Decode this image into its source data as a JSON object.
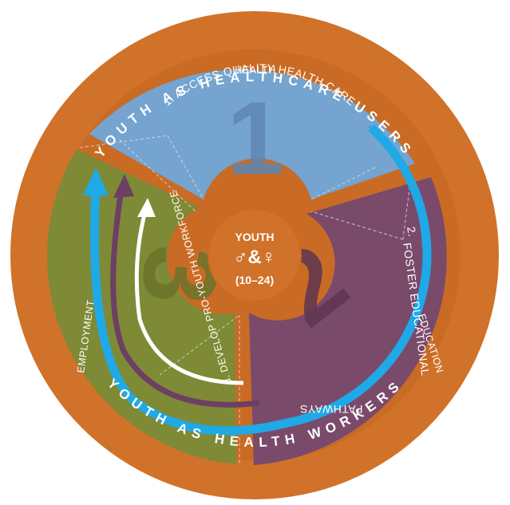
{
  "outer_ring": {
    "top_text": "YOUTH AS HEALTHCARE USERS",
    "bottom_text": "YOUTH AS HEALTH WORKERS"
  },
  "segments": [
    {
      "number": "1",
      "category": "HEALTH",
      "goal": "1. ACCESS QUALITY HEALTH CARE",
      "color": "#74a4cf"
    },
    {
      "number": "2",
      "category": "EDUCATION",
      "goal_prefix": "2.",
      "goal_line1": "FOSTER EDUCATIONAL",
      "goal_line2": "PATHWAYS",
      "color": "#7a4a6b"
    },
    {
      "number": "3",
      "category": "EMPLOYMENT",
      "goal": "3. DEVELOP PRO-YOUTH WORKFORCE",
      "color": "#7e8a35"
    }
  ],
  "center": {
    "title": "YOUTH",
    "symbols": "♂&♀",
    "age_range": "(10–24)"
  },
  "colors": {
    "ring": "#d0722a",
    "arrow_blue": "#1fa9e6",
    "arrow_purple": "#6d3f62",
    "arrow_white": "#ffffff"
  }
}
